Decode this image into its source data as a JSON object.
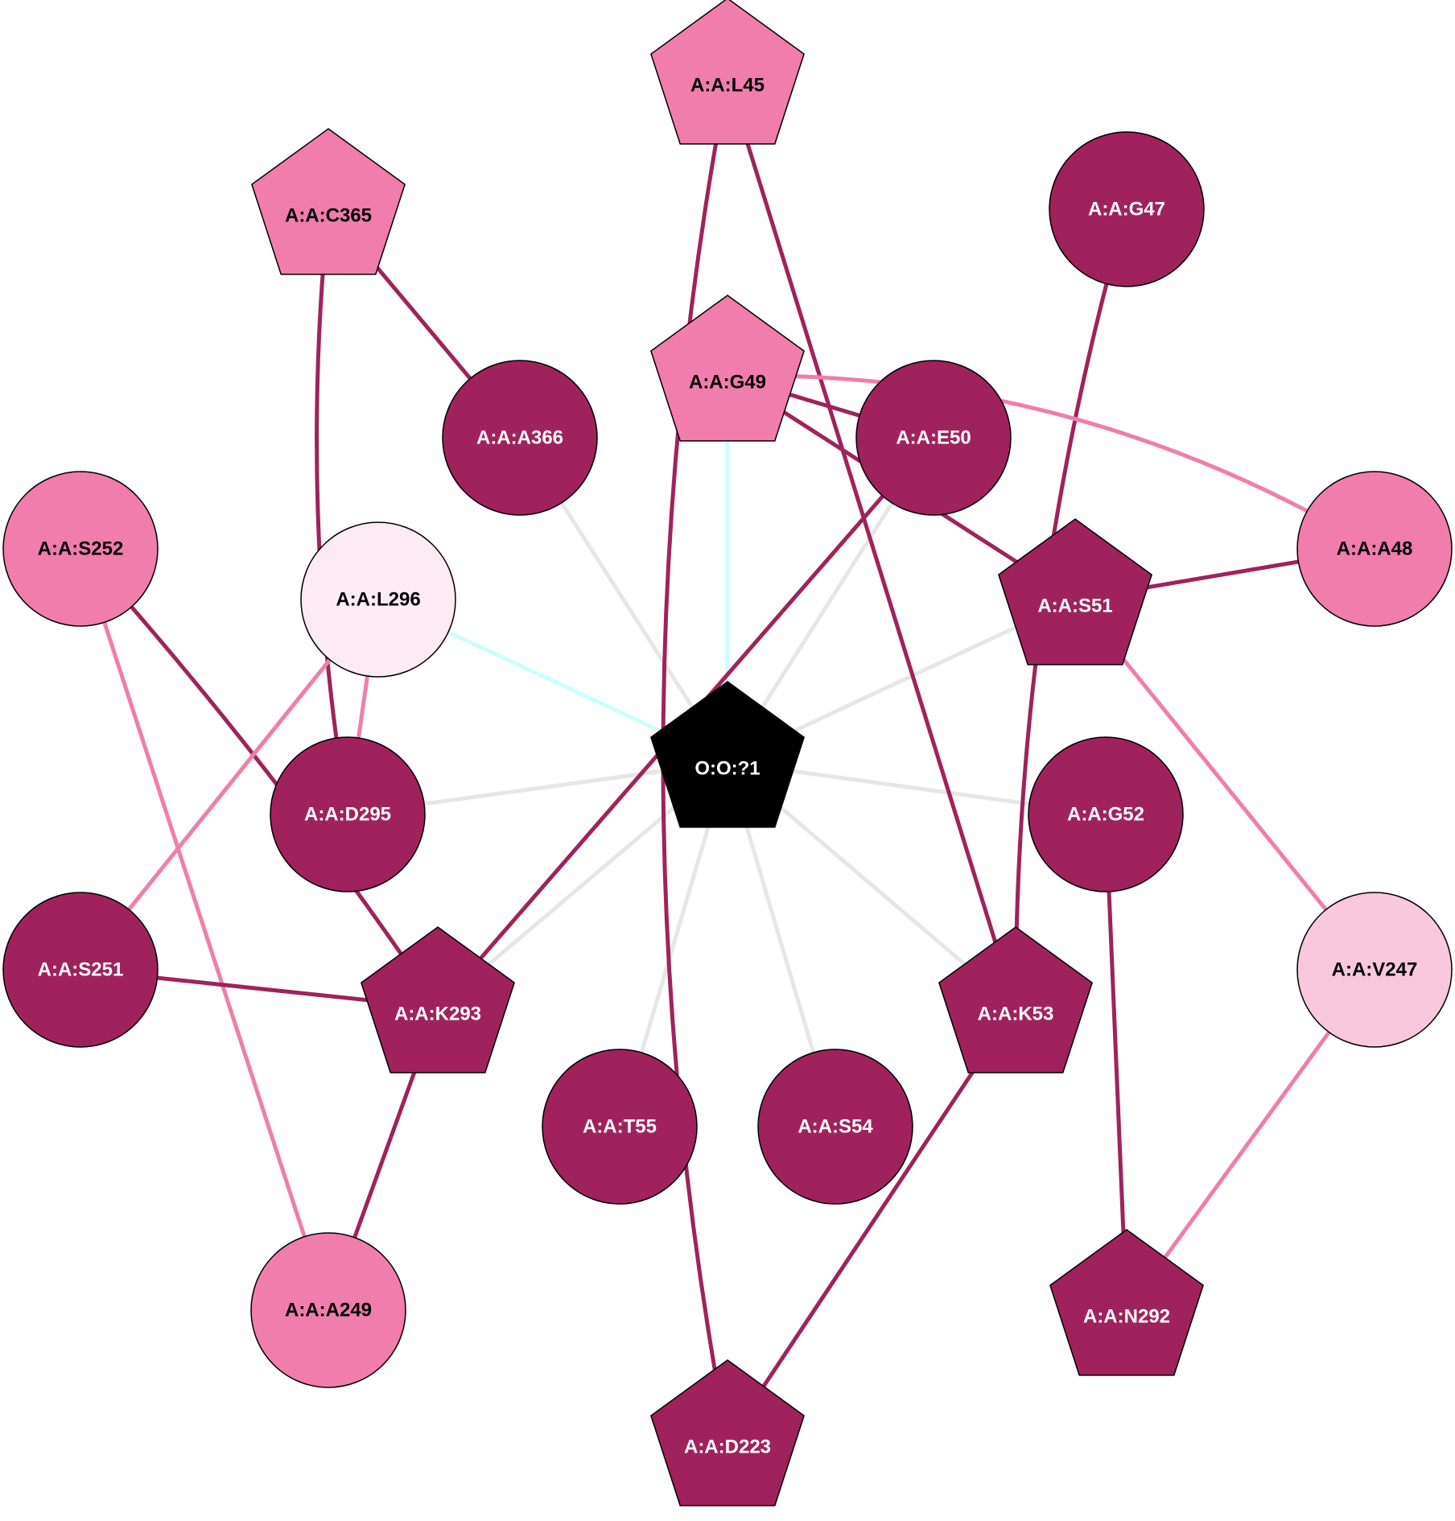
{
  "colors": {
    "dark": "#A0225D",
    "pink": "#F07DAB",
    "light": "#F9C8DD",
    "palest": "#FCEBF2",
    "center": "#000000",
    "edge_grey": "#E6E6E6",
    "edge_cyan": "#CCFFFF"
  },
  "nodes": [
    {
      "id": "O:O:?1",
      "label": "O:O:?1",
      "shape": "pentagon",
      "fill": "center",
      "text": "white"
    },
    {
      "id": "A:A:L45",
      "label": "A:A:L45",
      "shape": "pentagon",
      "fill": "pink",
      "text": "black"
    },
    {
      "id": "A:A:C365",
      "label": "A:A:C365",
      "shape": "pentagon",
      "fill": "pink",
      "text": "black"
    },
    {
      "id": "A:A:G47",
      "label": "A:A:G47",
      "shape": "circle",
      "fill": "dark",
      "text": "white"
    },
    {
      "id": "A:A:G49",
      "label": "A:A:G49",
      "shape": "pentagon",
      "fill": "pink",
      "text": "black"
    },
    {
      "id": "A:A:A366",
      "label": "A:A:A366",
      "shape": "circle",
      "fill": "dark",
      "text": "white"
    },
    {
      "id": "A:A:E50",
      "label": "A:A:E50",
      "shape": "circle",
      "fill": "dark",
      "text": "white"
    },
    {
      "id": "A:A:S252",
      "label": "A:A:S252",
      "shape": "circle",
      "fill": "pink",
      "text": "black"
    },
    {
      "id": "A:A:L296",
      "label": "A:A:L296",
      "shape": "circle",
      "fill": "palest",
      "text": "black"
    },
    {
      "id": "A:A:A48",
      "label": "A:A:A48",
      "shape": "circle",
      "fill": "pink",
      "text": "black"
    },
    {
      "id": "A:A:S51",
      "label": "A:A:S51",
      "shape": "pentagon",
      "fill": "dark",
      "text": "white"
    },
    {
      "id": "A:A:D295",
      "label": "A:A:D295",
      "shape": "circle",
      "fill": "dark",
      "text": "white"
    },
    {
      "id": "A:A:G52",
      "label": "A:A:G52",
      "shape": "circle",
      "fill": "dark",
      "text": "white"
    },
    {
      "id": "A:A:S251",
      "label": "A:A:S251",
      "shape": "circle",
      "fill": "dark",
      "text": "white"
    },
    {
      "id": "A:A:V247",
      "label": "A:A:V247",
      "shape": "circle",
      "fill": "light",
      "text": "black"
    },
    {
      "id": "A:A:K293",
      "label": "A:A:K293",
      "shape": "pentagon",
      "fill": "dark",
      "text": "white"
    },
    {
      "id": "A:A:K53",
      "label": "A:A:K53",
      "shape": "pentagon",
      "fill": "dark",
      "text": "white"
    },
    {
      "id": "A:A:T55",
      "label": "A:A:T55",
      "shape": "circle",
      "fill": "dark",
      "text": "white"
    },
    {
      "id": "A:A:S54",
      "label": "A:A:S54",
      "shape": "circle",
      "fill": "dark",
      "text": "white"
    },
    {
      "id": "A:A:A249",
      "label": "A:A:A249",
      "shape": "circle",
      "fill": "pink",
      "text": "black"
    },
    {
      "id": "A:A:N292",
      "label": "A:A:N292",
      "shape": "pentagon",
      "fill": "dark",
      "text": "white"
    },
    {
      "id": "A:A:D223",
      "label": "A:A:D223",
      "shape": "pentagon",
      "fill": "dark",
      "text": "white"
    }
  ],
  "edges": [
    {
      "source": "O:O:?1",
      "target": "A:A:A366",
      "color": "edge_grey"
    },
    {
      "source": "O:O:?1",
      "target": "A:A:E50",
      "color": "edge_grey"
    },
    {
      "source": "O:O:?1",
      "target": "A:A:S51",
      "color": "edge_grey"
    },
    {
      "source": "O:O:?1",
      "target": "A:A:G52",
      "color": "edge_grey"
    },
    {
      "source": "O:O:?1",
      "target": "A:A:K53",
      "color": "edge_grey"
    },
    {
      "source": "O:O:?1",
      "target": "A:A:S54",
      "color": "edge_grey"
    },
    {
      "source": "O:O:?1",
      "target": "A:A:T55",
      "color": "edge_grey"
    },
    {
      "source": "O:O:?1",
      "target": "A:A:K293",
      "color": "edge_grey"
    },
    {
      "source": "O:O:?1",
      "target": "A:A:D295",
      "color": "edge_grey"
    },
    {
      "source": "O:O:?1",
      "target": "A:A:G49",
      "color": "edge_cyan"
    },
    {
      "source": "O:O:?1",
      "target": "A:A:L296",
      "color": "edge_cyan"
    },
    {
      "source": "A:A:C365",
      "target": "A:A:A366",
      "color": "dark"
    },
    {
      "source": "A:A:C365",
      "target": "A:A:D295",
      "color": "dark"
    },
    {
      "source": "A:A:L45",
      "target": "A:A:K53",
      "color": "dark"
    },
    {
      "source": "A:A:L45",
      "target": "A:A:D223",
      "color": "dark"
    },
    {
      "source": "A:A:G47",
      "target": "A:A:K53",
      "color": "dark"
    },
    {
      "source": "A:A:G49",
      "target": "A:A:E50",
      "color": "dark"
    },
    {
      "source": "A:A:G49",
      "target": "A:A:S51",
      "color": "dark"
    },
    {
      "source": "A:A:G49",
      "target": "A:A:A48",
      "color": "pink"
    },
    {
      "source": "A:A:E50",
      "target": "A:A:K293",
      "color": "dark"
    },
    {
      "source": "A:A:S51",
      "target": "A:A:A48",
      "color": "dark"
    },
    {
      "source": "A:A:S51",
      "target": "A:A:V247",
      "color": "pink"
    },
    {
      "source": "A:A:S252",
      "target": "A:A:K293",
      "color": "dark"
    },
    {
      "source": "A:A:S252",
      "target": "A:A:A249",
      "color": "pink"
    },
    {
      "source": "A:A:L296",
      "target": "A:A:S251",
      "color": "pink"
    },
    {
      "source": "A:A:L296",
      "target": "A:A:D295",
      "color": "pink"
    },
    {
      "source": "A:A:S251",
      "target": "A:A:K293",
      "color": "dark"
    },
    {
      "source": "A:A:K293",
      "target": "A:A:A249",
      "color": "dark"
    },
    {
      "source": "A:A:K53",
      "target": "A:A:D223",
      "color": "dark"
    },
    {
      "source": "A:A:G52",
      "target": "A:A:N292",
      "color": "dark"
    },
    {
      "source": "A:A:V247",
      "target": "A:A:N292",
      "color": "pink"
    }
  ]
}
